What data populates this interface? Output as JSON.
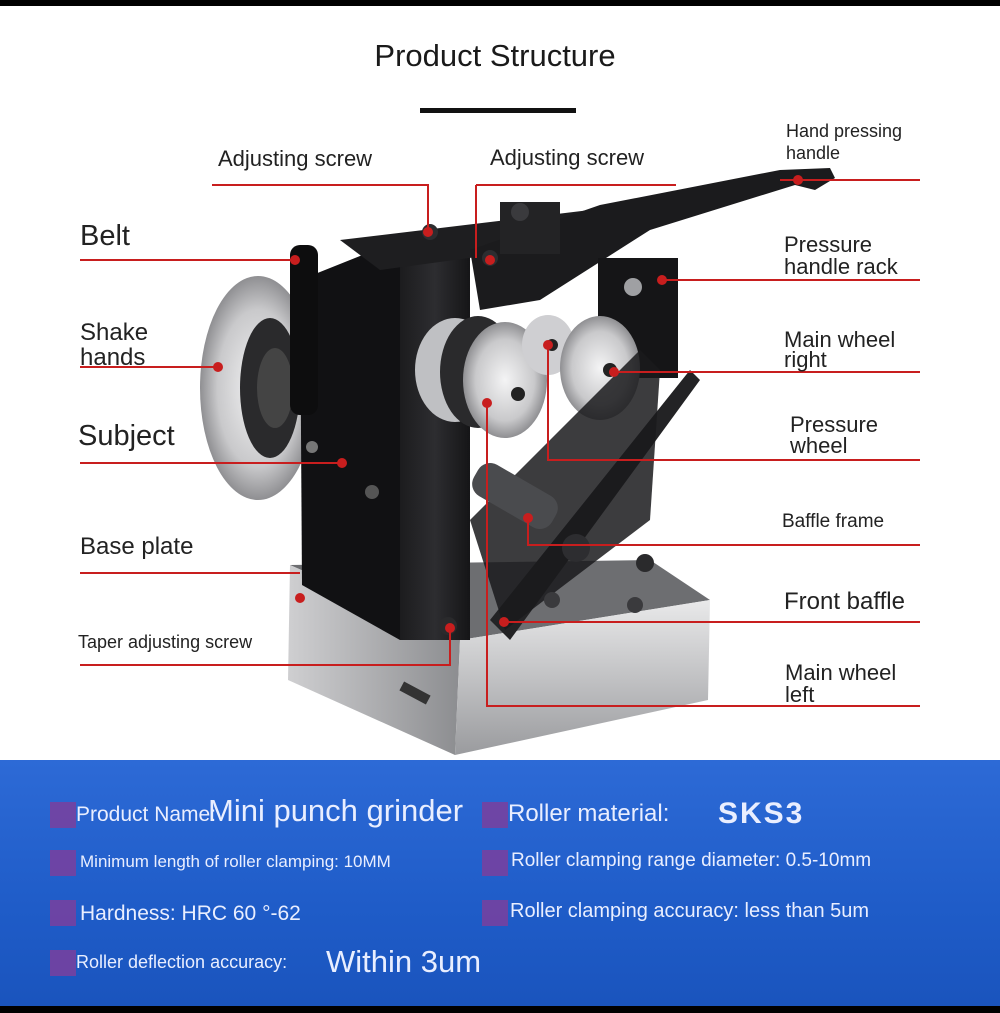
{
  "title": "Product Structure",
  "labels": {
    "adjusting_screw_left": "Adjusting screw",
    "adjusting_screw_right": "Adjusting screw",
    "hand_pressing_handle": "Hand pressing handle",
    "belt": "Belt",
    "pressure_handle_rack": "Pressure handle rack",
    "shake_hands": "Shake hands",
    "main_wheel_right": "Main wheel right",
    "subject": "Subject",
    "pressure_wheel": "Pressure wheel",
    "baffle_frame": "Baffle frame",
    "base_plate": "Base plate",
    "front_baffle": "Front baffle",
    "taper_adjusting_screw": "Taper adjusting screw",
    "main_wheel_left": "Main wheel left"
  },
  "specs": {
    "product_name_label": "Product Name:",
    "product_name_value": "Mini punch grinder",
    "roller_material_label": "Roller material:",
    "roller_material_value": "SKS3",
    "min_length": "Minimum length of roller clamping: 10MM",
    "clamping_range": "Roller clamping range diameter: 0.5-10mm",
    "hardness": "Hardness: HRC 60 °-62",
    "clamping_accuracy": "Roller clamping accuracy: less than 5um",
    "deflection_label": "Roller deflection accuracy:",
    "deflection_value": "Within 3um"
  },
  "colors": {
    "leader_line": "#c81e1e",
    "spec_background": "#1f5cc8",
    "bullet": "#7a3f9e"
  }
}
